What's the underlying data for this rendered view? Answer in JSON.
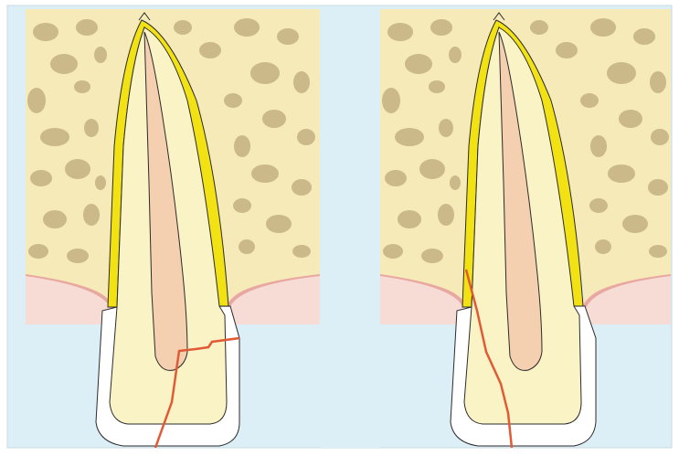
{
  "figure": {
    "panels": [
      {
        "id": "left",
        "fracture": "crown-root"
      },
      {
        "id": "right",
        "fracture": "vertical root"
      }
    ],
    "colors": {
      "background": "#dceef6",
      "bone": "#f5eab8",
      "marrow_space": "#cbb98a",
      "gingiva": "#f7dcd6",
      "gingiva_edge": "#e8a8a0",
      "periodontal_ligament": "#f2e214",
      "root_dentin": "#faf3c6",
      "pulp": "#f4cfb0",
      "enamel": "#ffffff",
      "fracture_line": "#e05a35",
      "outline": "#2b2b2b"
    }
  }
}
